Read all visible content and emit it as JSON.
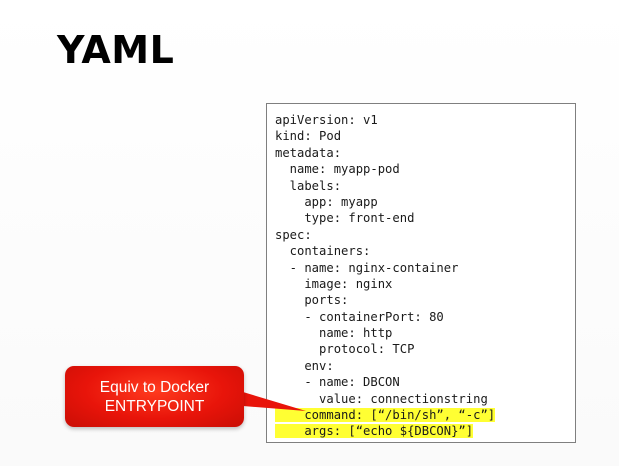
{
  "slide": {
    "title": "YAML"
  },
  "code": {
    "lines": [
      "apiVersion: v1",
      "kind: Pod",
      "metadata:",
      "  name: myapp-pod",
      "  labels:",
      "    app: myapp",
      "    type: front-end",
      "spec:",
      "  containers:",
      "  - name: nginx-container",
      "    image: nginx",
      "    ports:",
      "    - containerPort: 80",
      "      name: http",
      "      protocol: TCP",
      "    env:",
      "    - name: DBCON",
      "      value: connectionstring"
    ],
    "command_line": "    command: [“/bin/sh”, “-c”]",
    "args_line": "    args: [“echo ${DBCON}”]"
  },
  "callout": {
    "line1": "Equiv to Docker",
    "line2": "ENTRYPOINT"
  },
  "colors": {
    "callout_red": "#e8140a",
    "highlight_yellow": "#ffff33"
  }
}
